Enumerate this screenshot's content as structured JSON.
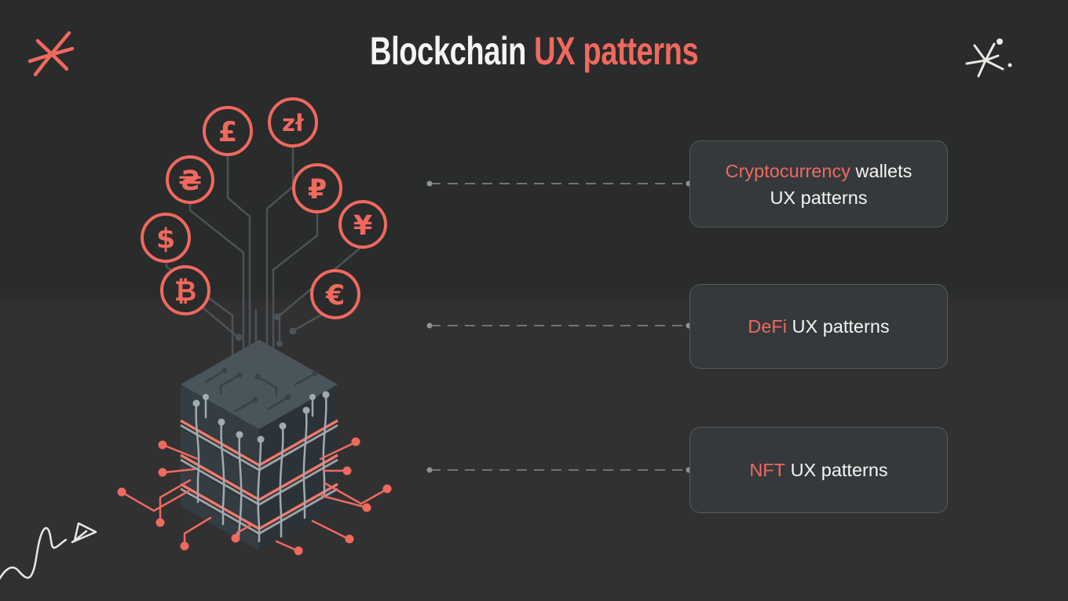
{
  "title": {
    "prefix": "Blockchain",
    "accent": "UX patterns"
  },
  "cards": [
    {
      "accent": "Cryptocurrency",
      "rest": "wallets",
      "line2": "UX patterns"
    },
    {
      "accent": "DeFi",
      "rest": "UX patterns",
      "line2": ""
    },
    {
      "accent": "NFT",
      "rest": "UX patterns",
      "line2": ""
    }
  ],
  "coins": [
    {
      "name": "pound-sterling",
      "symbol": "£"
    },
    {
      "name": "polish-zloty",
      "symbol": "zł"
    },
    {
      "name": "ukrainian-hryvnia",
      "symbol": "₴"
    },
    {
      "name": "russian-ruble",
      "symbol": "₽"
    },
    {
      "name": "japanese-yen",
      "symbol": "¥"
    },
    {
      "name": "us-dollar",
      "symbol": "$"
    },
    {
      "name": "bitcoin",
      "symbol": "₿"
    },
    {
      "name": "euro",
      "symbol": "€"
    }
  ],
  "colors": {
    "accent": "#f0695e",
    "background_top": "#2a2b2b",
    "background_bottom": "#313132",
    "card_background": "#35393c",
    "text_light": "#f5f4f2"
  }
}
